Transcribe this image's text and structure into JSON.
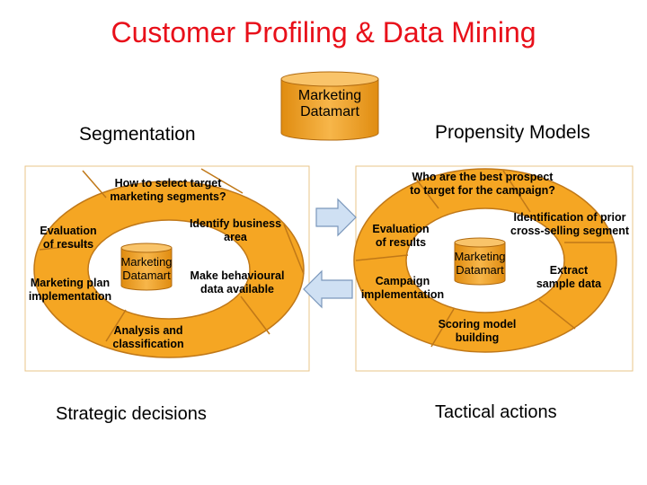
{
  "title": "Customer Profiling & Data Mining",
  "datamart_top": {
    "line1": "Marketing",
    "line2": "Datamart"
  },
  "left": {
    "heading": "Segmentation",
    "caption": "Strategic decisions",
    "core": {
      "line1": "Marketing",
      "line2": "Datamart"
    },
    "steps": {
      "select_1": "How to select target",
      "select_2": "marketing segments?",
      "identify_1": "Identify business",
      "identify_2": "area",
      "behaviour_1": "Make behavioural",
      "behaviour_2": "data available",
      "analysis_1": "Analysis and",
      "analysis_2": "classification",
      "plan_1": "Marketing plan",
      "plan_2": "implementation",
      "eval_1": "Evaluation",
      "eval_2": "of results"
    }
  },
  "right": {
    "heading": "Propensity Models",
    "caption": "Tactical actions",
    "core": {
      "line1": "Marketing",
      "line2": "Datamart"
    },
    "steps": {
      "prospect_1": "Who are the best prospect",
      "prospect_2": "to target for the campaign?",
      "prior_1": "Identification of prior",
      "prior_2": "cross-selling segment",
      "extract_1": "Extract",
      "extract_2": "sample data",
      "scoring_1": "Scoring model",
      "scoring_2": "building",
      "campaign_1": "Campaign",
      "campaign_2": "implementation",
      "eval_1": "Evaluation",
      "eval_2": "of results"
    }
  },
  "colors": {
    "title": "#e8101a",
    "cycle_fill": "#f5a623",
    "cycle_stroke": "#c07818",
    "datamart_fill": "#f5a623",
    "link_arrow_fill": "#cfe0f3",
    "link_arrow_stroke": "#7a97bb",
    "frame_border": "#e09a38"
  }
}
